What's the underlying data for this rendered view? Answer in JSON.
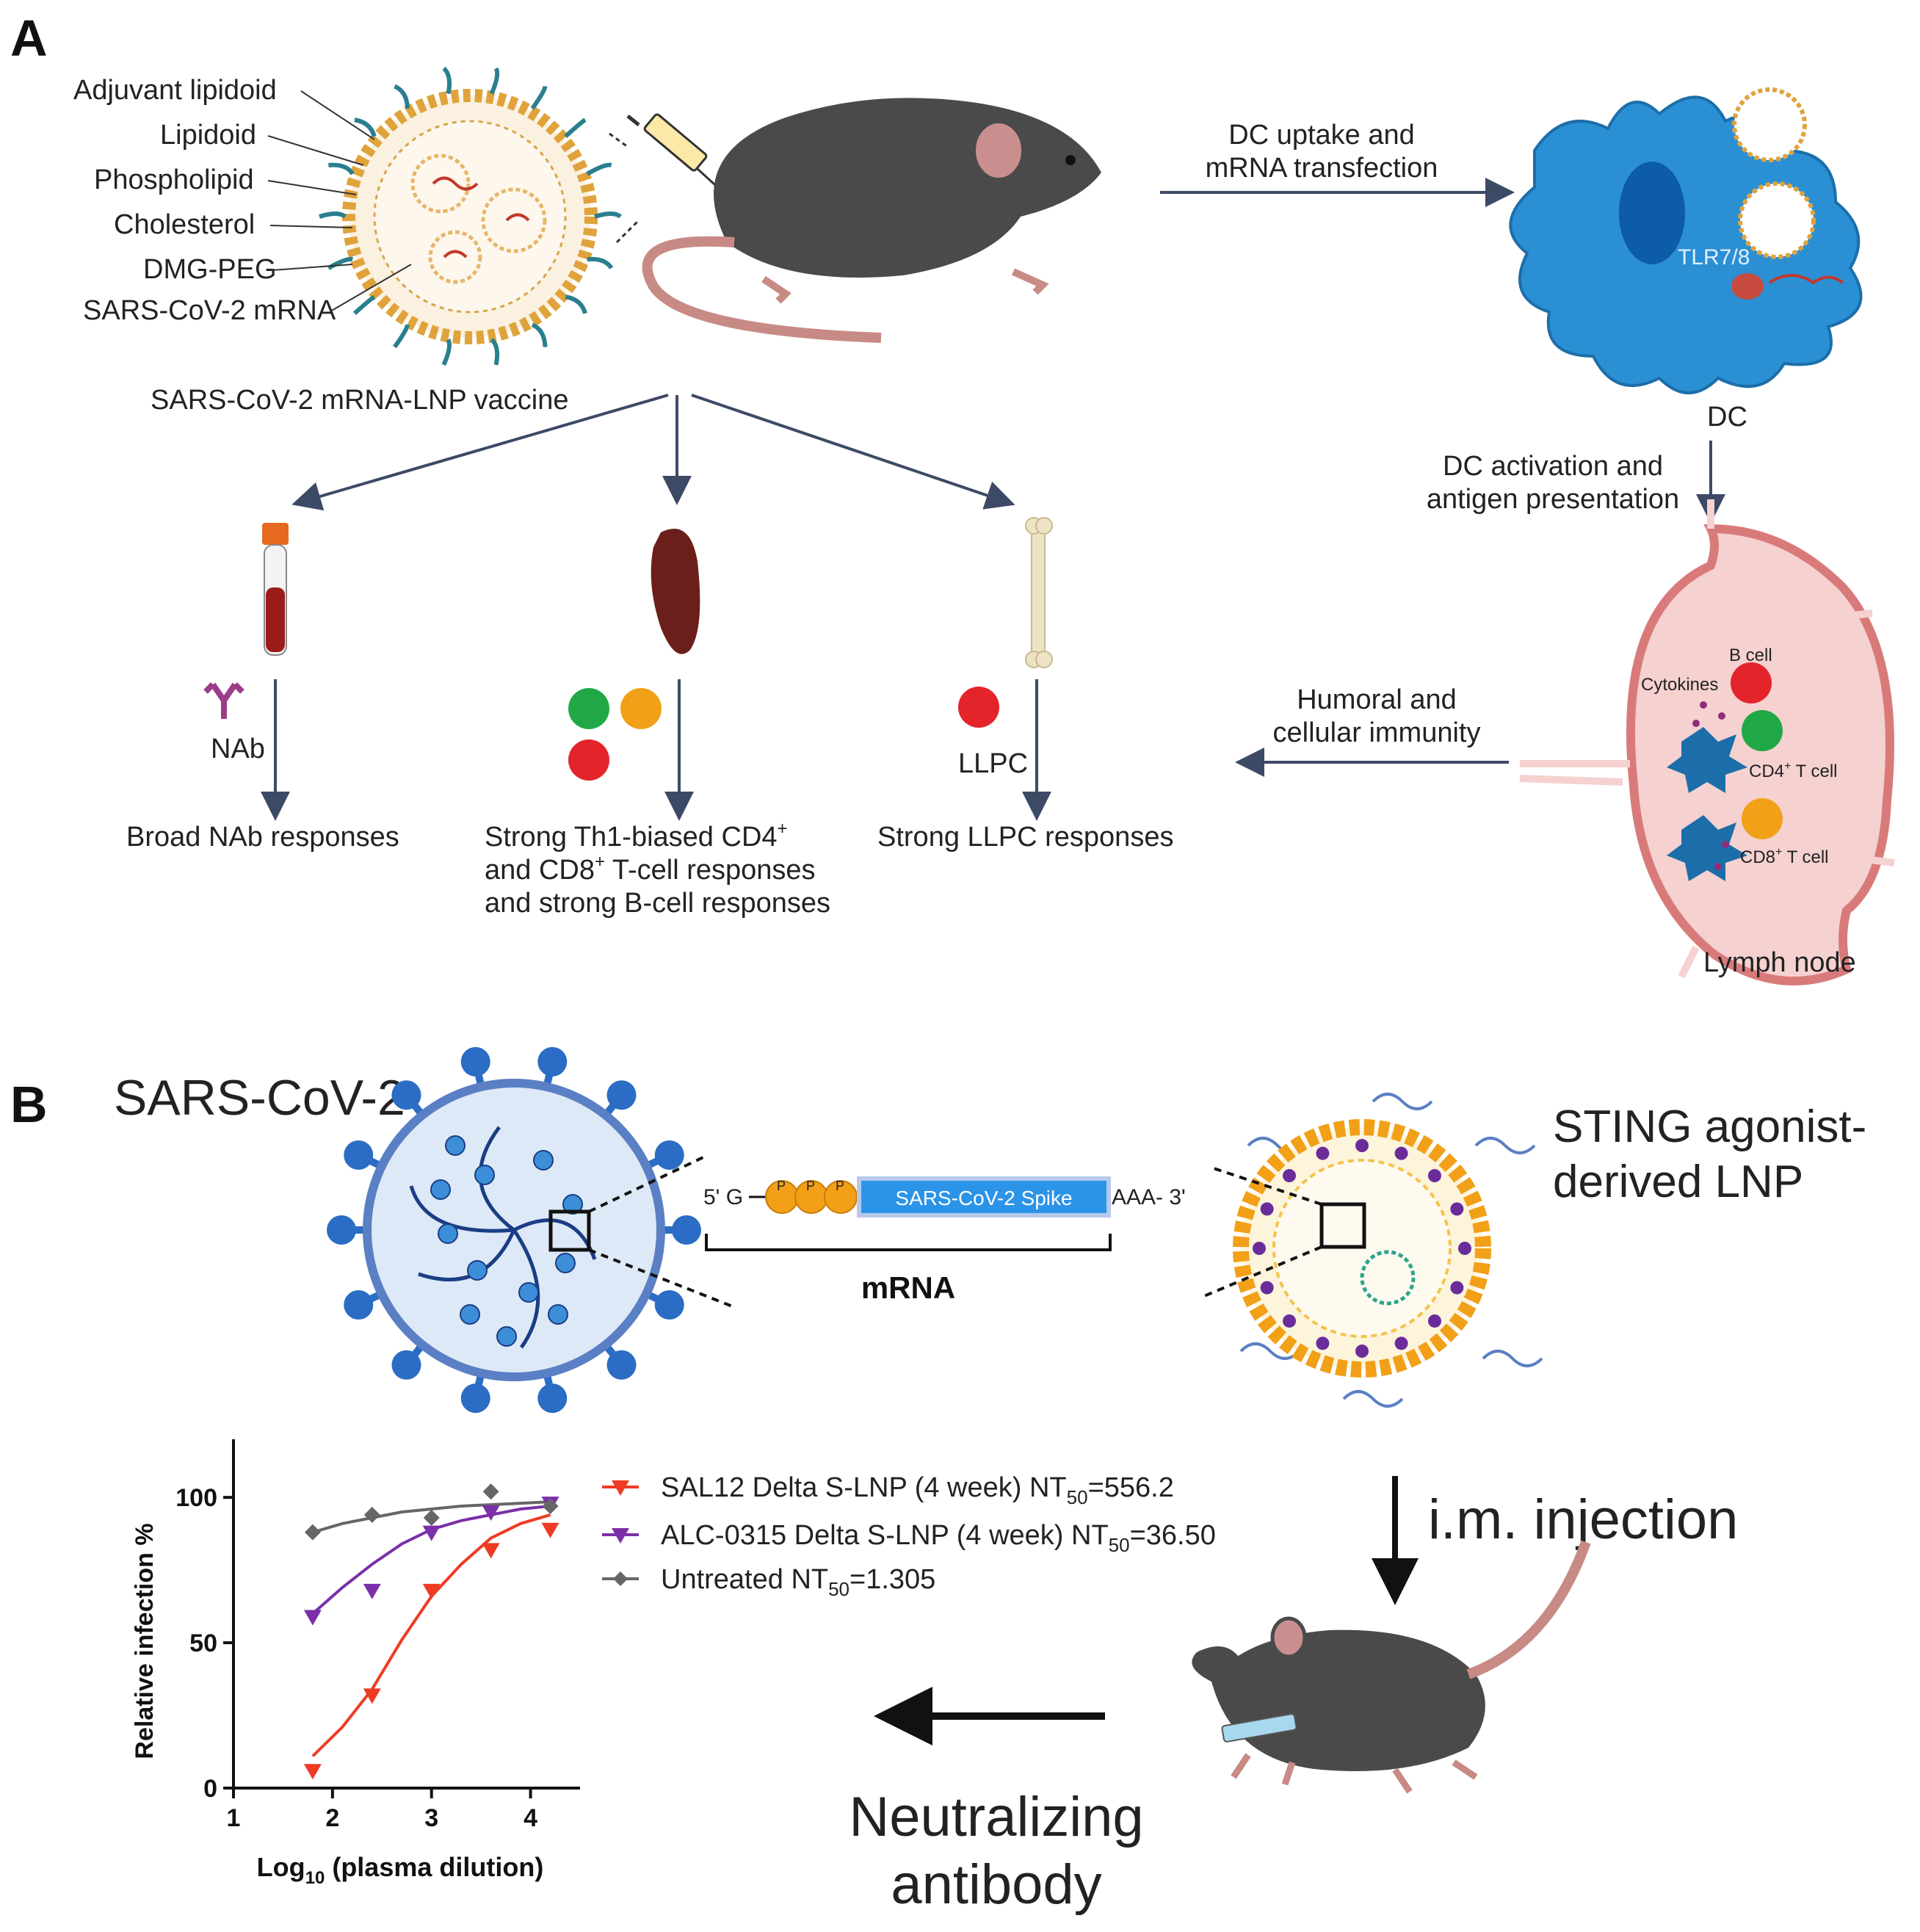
{
  "panelA": {
    "label": "A",
    "lnp_components": [
      "Adjuvant lipidoid",
      "Lipidoid",
      "Phospholipid",
      "Cholesterol",
      "DMG-PEG",
      "SARS-CoV-2 mRNA"
    ],
    "lnp_caption": "SARS-CoV-2 mRNA-LNP vaccine",
    "dc_uptake": [
      "DC uptake and",
      "mRNA transfection"
    ],
    "tlr": "TLR7/8",
    "dc_label": "DC",
    "dc_activation": [
      "DC activation and",
      "antigen presentation"
    ],
    "humoral": [
      "Humoral and",
      "cellular immunity"
    ],
    "lymph": {
      "b_cell": "B cell",
      "cytokines": "Cytokines",
      "cd4": "CD4",
      "cd8": "CD8",
      "t_cell": "T cell",
      "plus": "+",
      "title": "Lymph node"
    },
    "nab": "NAb",
    "llpc": "LLPC",
    "out_nab": "Broad NAb responses",
    "out_t": [
      "Strong Th1-biased CD4",
      "and CD8",
      "T-cell responses",
      "and strong B-cell responses"
    ],
    "out_llpc": "Strong LLPC responses"
  },
  "panelB": {
    "label": "B",
    "virus": "SARS-CoV-2",
    "mrna_5": "5' G",
    "mrna_cap": [
      "P",
      "P",
      "P"
    ],
    "mrna_spike": "SARS-CoV-2 Spike",
    "mrna_3": "AAA- 3'",
    "mrna_label": "mRNA",
    "sting": [
      "STING agonist-",
      "derived LNP"
    ],
    "im": "i.m. injection",
    "neutral": [
      "Neutralizing",
      "antibody"
    ]
  },
  "chart_data": {
    "type": "scatter",
    "ylabel": "Relative infection %",
    "xlabel": "Log",
    "xlabel_sub": "10",
    "xlabel_rest": " (plasma dilution)",
    "xlim": [
      1,
      4.5
    ],
    "ylim": [
      0,
      120
    ],
    "xticks": [
      1,
      2,
      3,
      4
    ],
    "yticks": [
      0,
      50,
      100
    ],
    "series": [
      {
        "name": "SAL12 Delta S-LNP (4 week)",
        "nt_prefix": "NT",
        "nt_sub": "50",
        "nt_value": "=556.2",
        "color": "#ef3b24",
        "marker": "triangle-down",
        "x": [
          1.8,
          2.4,
          3.0,
          3.6,
          4.2
        ],
        "y": [
          6,
          32,
          68,
          82,
          89
        ],
        "fit_x": [
          1.8,
          2.1,
          2.4,
          2.7,
          3.0,
          3.3,
          3.6,
          3.9,
          4.2
        ],
        "fit_y": [
          11,
          21,
          34,
          51,
          66,
          77,
          86,
          91,
          94
        ]
      },
      {
        "name": "ALC-0315 Delta S-LNP (4 week)",
        "nt_prefix": "NT",
        "nt_sub": "50",
        "nt_value": "=36.50",
        "color": "#7b2fa8",
        "marker": "triangle-down",
        "x": [
          1.8,
          2.4,
          3.0,
          3.6,
          4.2
        ],
        "y": [
          59,
          68,
          88,
          95,
          98
        ],
        "fit_x": [
          1.8,
          2.1,
          2.4,
          2.7,
          3.0,
          3.3,
          3.6,
          3.9,
          4.2
        ],
        "fit_y": [
          60,
          69,
          77,
          84,
          89,
          92,
          94,
          96,
          97
        ]
      },
      {
        "name": "Untreated",
        "nt_prefix": "NT",
        "nt_sub": "50",
        "nt_value": "=1.305",
        "color": "#666666",
        "marker": "diamond",
        "x": [
          1.8,
          2.4,
          3.0,
          3.6,
          4.2
        ],
        "y": [
          88,
          94,
          93,
          102,
          97
        ],
        "fit_x": [
          1.8,
          2.1,
          2.4,
          2.7,
          3.0,
          3.3,
          3.6,
          3.9,
          4.2
        ],
        "fit_y": [
          88,
          91,
          93,
          95,
          96,
          97,
          97.5,
          98,
          98.5
        ]
      }
    ]
  }
}
